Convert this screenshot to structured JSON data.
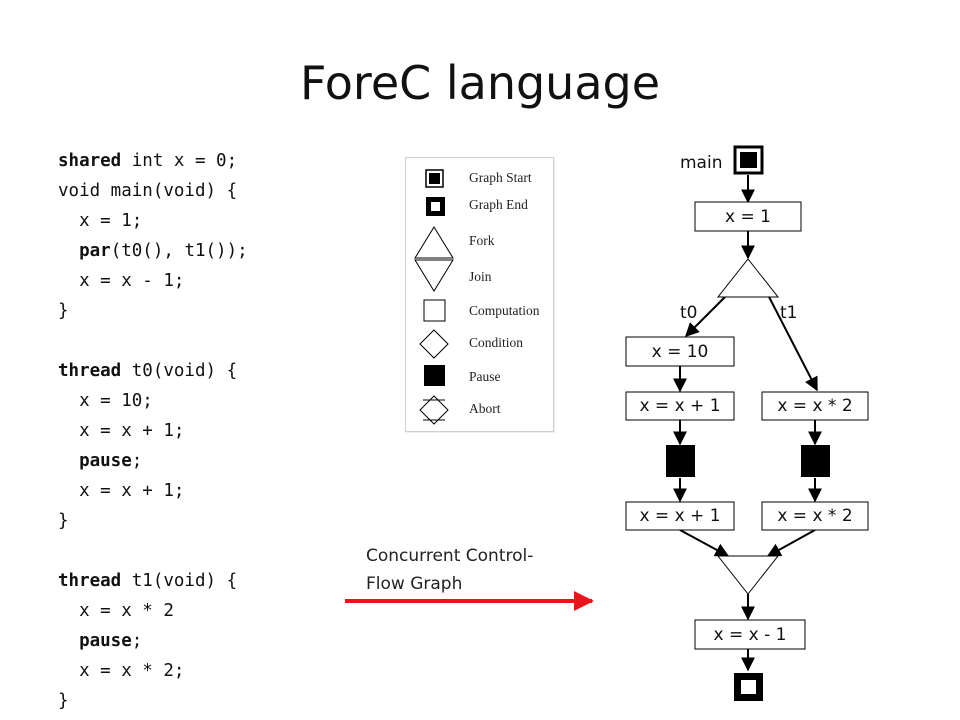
{
  "title": "ForeC language",
  "code_lines": [
    [
      {
        "t": "shared",
        "kw": true
      },
      {
        "t": " int x = 0;"
      }
    ],
    [
      {
        "t": "void main(void) {"
      }
    ],
    [
      {
        "t": "  x = 1;"
      }
    ],
    [
      {
        "t": "  "
      },
      {
        "t": "par",
        "kw": true
      },
      {
        "t": "(t0(), t1());"
      }
    ],
    [
      {
        "t": "  x = x - 1;"
      }
    ],
    [
      {
        "t": "}"
      }
    ],
    [
      {
        "t": ""
      }
    ],
    [
      {
        "t": "thread",
        "kw": true
      },
      {
        "t": " t0(void) {"
      }
    ],
    [
      {
        "t": "  x = 10;"
      }
    ],
    [
      {
        "t": "  x = x + 1;"
      }
    ],
    [
      {
        "t": "  "
      },
      {
        "t": "pause",
        "kw": true
      },
      {
        "t": ";"
      }
    ],
    [
      {
        "t": "  x = x + 1;"
      }
    ],
    [
      {
        "t": "}"
      }
    ],
    [
      {
        "t": ""
      }
    ],
    [
      {
        "t": "thread",
        "kw": true
      },
      {
        "t": " t1(void) {"
      }
    ],
    [
      {
        "t": "  x = x * 2"
      }
    ],
    [
      {
        "t": "  "
      },
      {
        "t": "pause",
        "kw": true
      },
      {
        "t": ";"
      }
    ],
    [
      {
        "t": "  x = x * 2;"
      }
    ],
    [
      {
        "t": "}"
      }
    ]
  ],
  "legend": {
    "items": [
      {
        "label": "Graph Start",
        "icon": "graph-start"
      },
      {
        "label": "Graph End",
        "icon": "graph-end"
      },
      {
        "label": "Fork",
        "icon": "fork"
      },
      {
        "label": "Join",
        "icon": "join"
      },
      {
        "label": "Computation",
        "icon": "computation"
      },
      {
        "label": "Condition",
        "icon": "condition"
      },
      {
        "label": "Pause",
        "icon": "pause"
      },
      {
        "label": "Abort",
        "icon": "abort"
      }
    ]
  },
  "caption": {
    "line1": "Concurrent Control-",
    "line2": "Flow Graph",
    "arrow_color": "#e8161b"
  },
  "graph": {
    "main_label": "main",
    "branch_labels": {
      "left": "t0",
      "right": "t1"
    },
    "nodes": {
      "x1": "x = 1",
      "x10": "x = 10",
      "t0a": "x = x + 1",
      "t1a": "x = x * 2",
      "t0b": "x = x + 1",
      "t1b": "x = x * 2",
      "xm1": "x = x - 1"
    }
  }
}
